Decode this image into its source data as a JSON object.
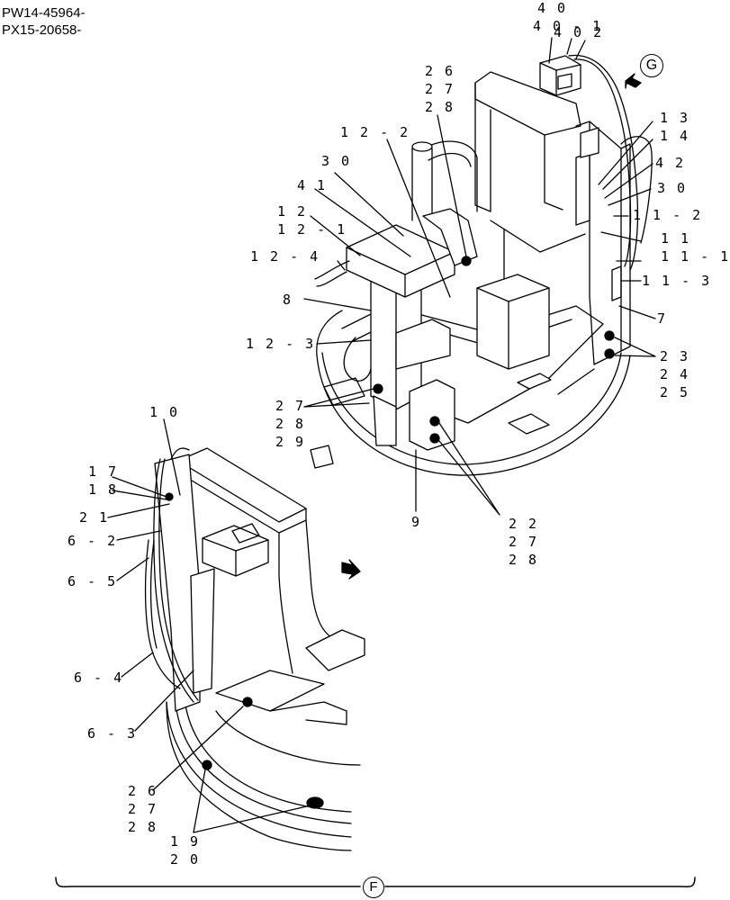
{
  "header": {
    "line1": "PW14-45964-",
    "line2": "PX15-20658-"
  },
  "view_f": "F",
  "view_g": "G",
  "callouts": {
    "c40": "4 0",
    "c40_1": "4 0 - 1",
    "c40_2": "4 0 2",
    "c26a": "2 6",
    "c27a": "2 7",
    "c28a": "2 8",
    "c13": "1 3",
    "c14": "1 4",
    "c12_2": "1 2 - 2",
    "c42": "4 2",
    "c30a": "3 0",
    "c30b": "3 0",
    "c41": "4 1",
    "c11_2": "1 1 - 2",
    "c12": "1 2",
    "c12_1": "1 2 - 1",
    "c11": "1 1",
    "c11_1": "1 1 - 1",
    "c12_4": "1 2 - 4",
    "c11_3": "1 1 - 3",
    "c8": "8",
    "c7": "7",
    "c12_3": "1 2 - 3",
    "c23": "2 3",
    "c24": "2 4",
    "c25": "2 5",
    "c27b": "2 7",
    "c28b": "2 8",
    "c29": "2 9",
    "c10": "1 0",
    "c17": "1 7",
    "c18": "1 8",
    "c9": "9",
    "c22": "2 2",
    "c27c": "2 7",
    "c28c": "2 8",
    "c21": "2 1",
    "c6_2": "6 - 2",
    "c6_5": "6 - 5",
    "c6_4": "6 - 4",
    "c6_3": "6 - 3",
    "c26b": "2 6",
    "c27d": "2 7",
    "c28d": "2 8",
    "c19": "1 9",
    "c20": "2 0"
  }
}
